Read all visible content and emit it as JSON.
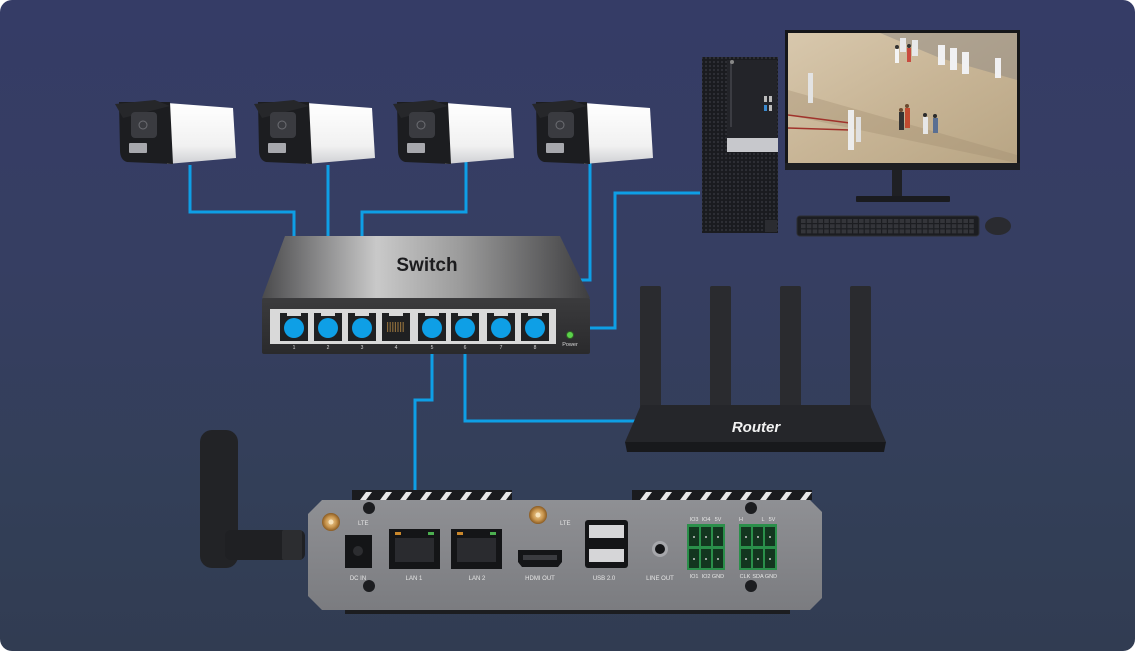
{
  "diagram": {
    "title": "Network topology: IP cameras, switch, PC, router and edge mini PC",
    "cable_color": "#0e9fe6",
    "background": {
      "top": "#363d67",
      "bottom": "#313c51"
    },
    "nodes": {
      "cameras": [
        {
          "id": "camera-1",
          "label": "IP Camera 1",
          "connected_port": 1
        },
        {
          "id": "camera-2",
          "label": "IP Camera 2",
          "connected_port": 2
        },
        {
          "id": "camera-3",
          "label": "IP Camera 3",
          "connected_port": 3
        },
        {
          "id": "camera-4",
          "label": "IP Camera 4",
          "connected_port": 7
        }
      ],
      "switch": {
        "label": "Switch",
        "ports": [
          "1",
          "2",
          "3",
          "4",
          "5",
          "6",
          "7",
          "8"
        ],
        "connected_ports": [
          1,
          2,
          3,
          5,
          6,
          7,
          8
        ],
        "power_label": "Power",
        "power_led_color": "#5bd24a"
      },
      "desktop_pc": {
        "label": "Desktop PC with monitor",
        "connected_port": 8
      },
      "router": {
        "label": "Router",
        "connected_port": 6
      },
      "mini_pc": {
        "label": "Edge Mini PC",
        "connected_port": 5,
        "connected_interface": "LAN 1",
        "io_labels": {
          "lte_left": "LTE",
          "lte_right": "LTE",
          "dc_in": "DC IN",
          "lan1": "LAN 1",
          "lan2": "LAN 2",
          "hdmi": "HDMI OUT",
          "usb": "USB 2.0",
          "line_out": "LINE OUT",
          "gpio_top": [
            "IO3",
            "IO4",
            "5V"
          ],
          "gpio_bottom": [
            "IO1",
            "IO2",
            "GND"
          ],
          "i2c_top": [
            "H",
            "L",
            "5V"
          ],
          "i2c_bottom": [
            "CLK",
            "SDA",
            "GND"
          ]
        }
      }
    },
    "connections": [
      {
        "from": "camera-1",
        "to": "switch-port-1"
      },
      {
        "from": "camera-2",
        "to": "switch-port-2"
      },
      {
        "from": "camera-3",
        "to": "switch-port-3"
      },
      {
        "from": "camera-4",
        "to": "switch-port-7"
      },
      {
        "from": "desktop_pc",
        "to": "switch-port-8"
      },
      {
        "from": "switch-port-5",
        "to": "mini_pc-lan1"
      },
      {
        "from": "switch-port-6",
        "to": "router"
      }
    ]
  }
}
